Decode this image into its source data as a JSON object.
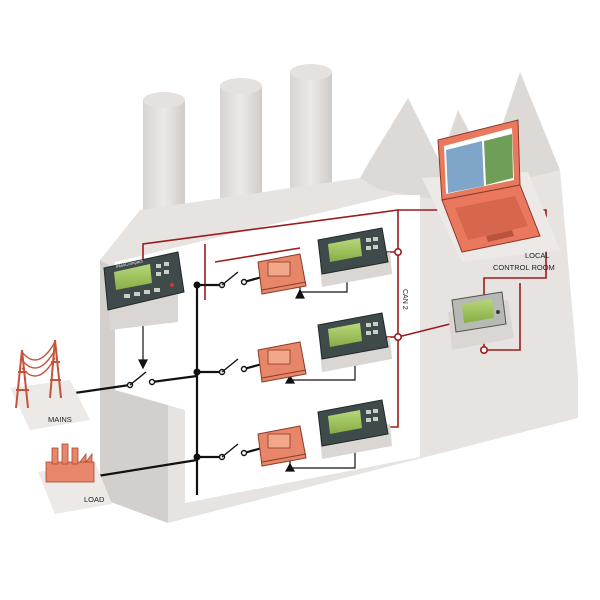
{
  "labels": {
    "local_control_room_line1": "LOCAL",
    "local_control_room_line2": "CONTROL ROOM",
    "can_bus": "CAN 2",
    "mains": "MAINS",
    "load": "LOAD"
  },
  "controller_brand": "InteliCompact",
  "colors": {
    "factory_wall": "#e6e3e1",
    "factory_shadow": "#cfcbc8",
    "panel_white": "#ffffff",
    "can_bus_line": "#9b1c1c",
    "power_line": "#111111",
    "generator": "#e8866a",
    "controller_body": "#3f4a4b",
    "controller_screen": "#9fc25a",
    "laptop_body": "#e9785f"
  },
  "icons": {
    "master_controller": "controller-icon",
    "generator": "genset-icon",
    "breaker": "breaker-switch-icon",
    "mains": "power-pylon-icon",
    "load": "factory-load-icon",
    "laptop": "laptop-icon",
    "converter": "can-converter-icon"
  }
}
